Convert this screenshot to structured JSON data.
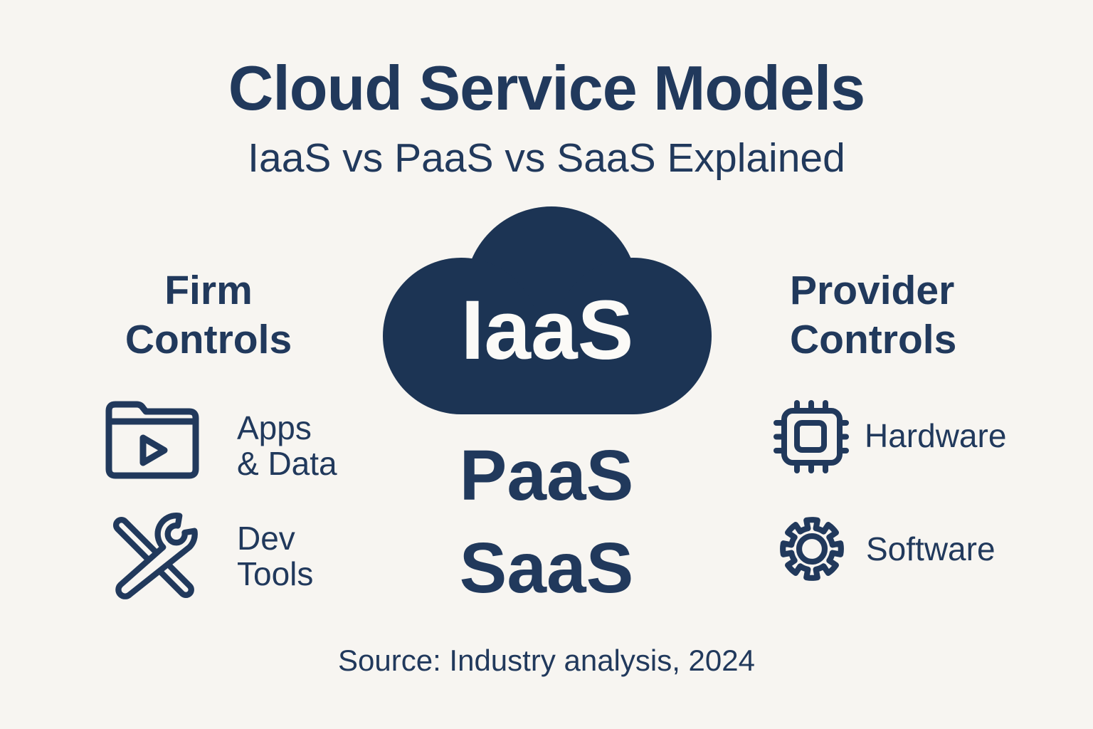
{
  "colors": {
    "background": "#f7f5f1",
    "ink_navy": "#21395c",
    "cloud_fill": "#1c3454",
    "cloud_label_text": "#fbfaf7"
  },
  "header": {
    "title": "Cloud Service Models",
    "subtitle": "IaaS vs PaaS vs SaaS Explained"
  },
  "cloud": {
    "label": "IaaS"
  },
  "stack": {
    "paas": "PaaS",
    "saas": "SaaS"
  },
  "left_panel": {
    "heading_lines": [
      "Firm",
      "Controls"
    ],
    "items": [
      {
        "icon": "folder-media-icon",
        "label_lines": [
          "Apps",
          "& Data"
        ]
      },
      {
        "icon": "dev-tools-icon",
        "label_lines": [
          "Dev",
          "Tools"
        ]
      }
    ]
  },
  "right_panel": {
    "heading_lines": [
      "Provider",
      "Controls"
    ],
    "items": [
      {
        "icon": "cpu-chip-icon",
        "label_lines": [
          "Hardware"
        ]
      },
      {
        "icon": "gear-icon",
        "label_lines": [
          "Software"
        ]
      }
    ]
  },
  "footer": {
    "source": "Source: Industry analysis, 2024"
  }
}
